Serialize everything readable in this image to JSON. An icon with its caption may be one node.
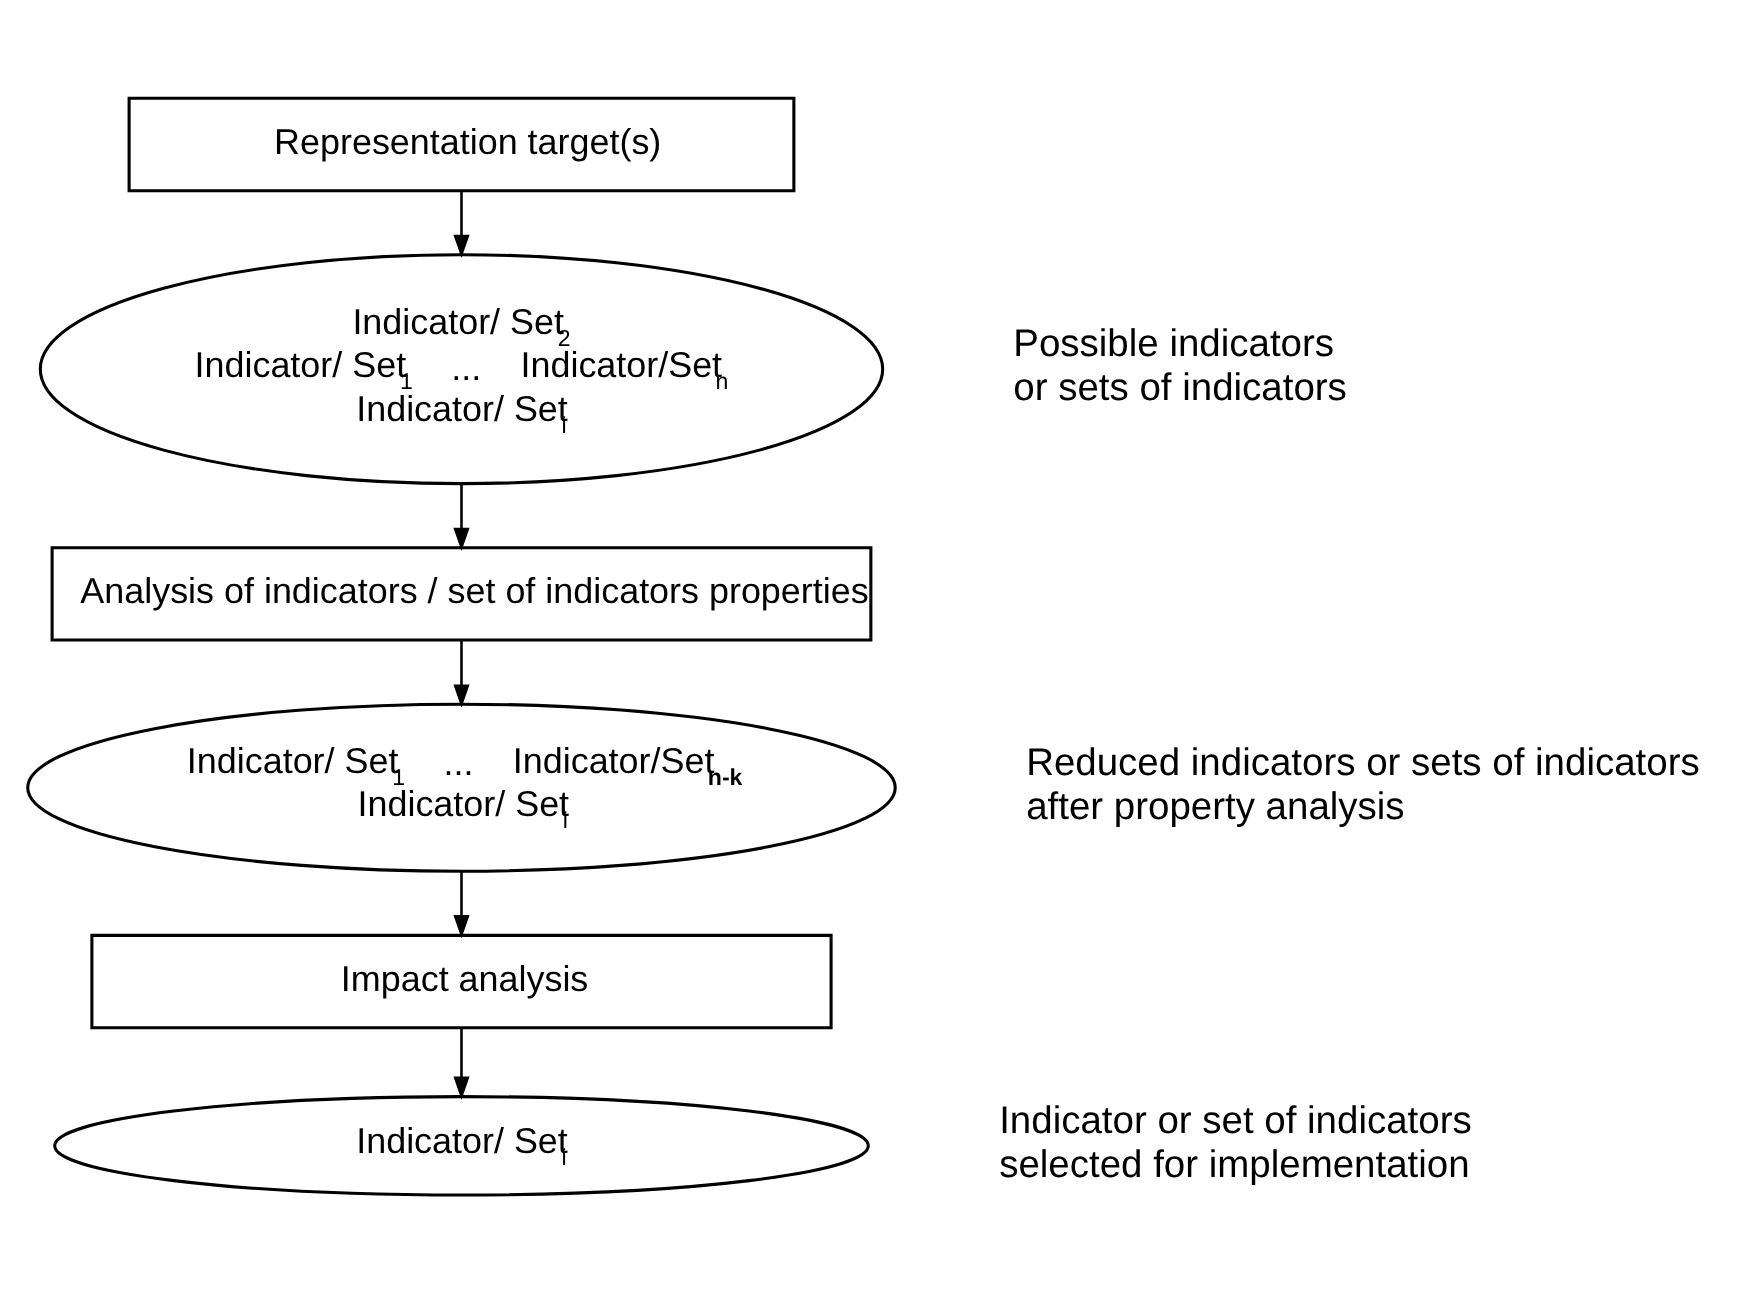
{
  "diagram": {
    "nodes": [
      {
        "text": [
          "Representation target(s)"
        ]
      },
      {
        "text": [
          "Indicator/ Set$_{2}$",
          "Indicator/ Set$_{1}$",
          "...",
          "Indicator/Set$_{n}$",
          "Indicator/ Set$_{i}$"
        ],
        "beside": [
          "Possible indicators or sets of indicators"
        ]
      },
      {
        "text": [
          "Analysis of indicators / set of indicators properties"
        ]
      },
      {
        "text": [
          "Indicator/ Set$_{1}$",
          "...",
          "Indicator/Set**$_{n-k}$**",
          "Indicator/ Set$_{i}$"
        ],
        "beside": [
          "Reduced indicators or sets of indicators after property analysis"
        ]
      },
      {
        "text": [
          "Impact analysis"
        ]
      },
      {
        "text": [
          "Indicator/ Set$_{i}$"
        ],
        "beside": [
          "Indicator or set of indicators selected for implementation"
        ]
      }
    ],
    "edges": [
      {
        "from": 0,
        "to": 1,
        "arrow": "to"
      },
      {
        "from": 1,
        "to": 2,
        "arrow": "to"
      },
      {
        "from": 2,
        "to": 3,
        "arrow": "to"
      },
      {
        "from": 3,
        "to": 4,
        "arrow": "to"
      },
      {
        "from": 4,
        "to": 5,
        "arrow": "to"
      }
    ]
  }
}
